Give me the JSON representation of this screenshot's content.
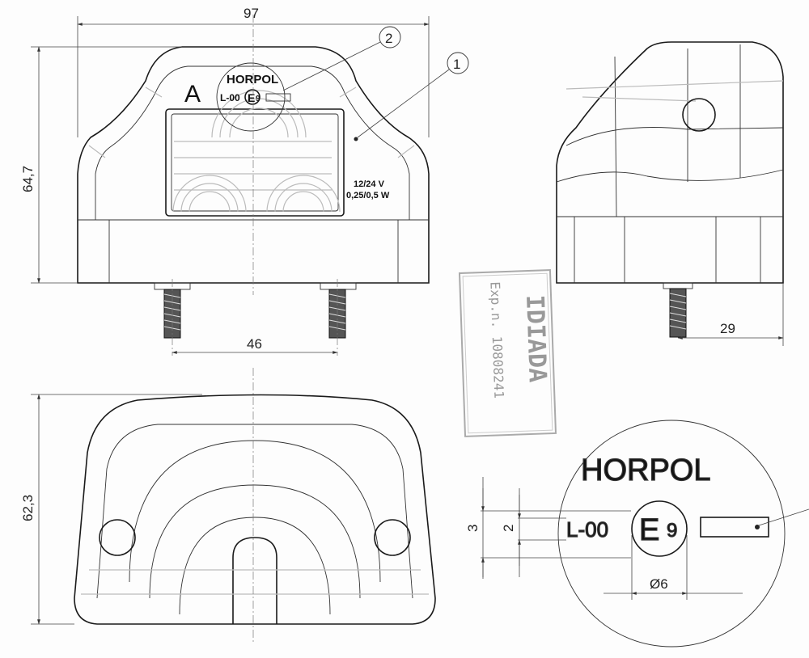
{
  "dimensions": {
    "width_97": "97",
    "height_64_7": "64,7",
    "bolt_spacing_46": "46",
    "depth_29": "29",
    "height_62_3": "62,3",
    "detail_3": "3",
    "detail_2": "2",
    "detail_dia_6": "Ø6"
  },
  "callouts": {
    "c1": "1",
    "c2": "2"
  },
  "front_view": {
    "variant_letter": "A",
    "brand": "HORPOL",
    "approval_code": "L-00",
    "approval_mark": "E",
    "approval_mark_number": "9",
    "rating_voltage": "12/24 V",
    "rating_power": "0,25/0,5 W"
  },
  "stamp": {
    "name": "IDIADA",
    "reference": "Exp.n. 10808241"
  },
  "detail_view": {
    "brand": "HORPOL",
    "approval_code": "L-00",
    "approval_mark": "E",
    "approval_mark_number": "9"
  }
}
